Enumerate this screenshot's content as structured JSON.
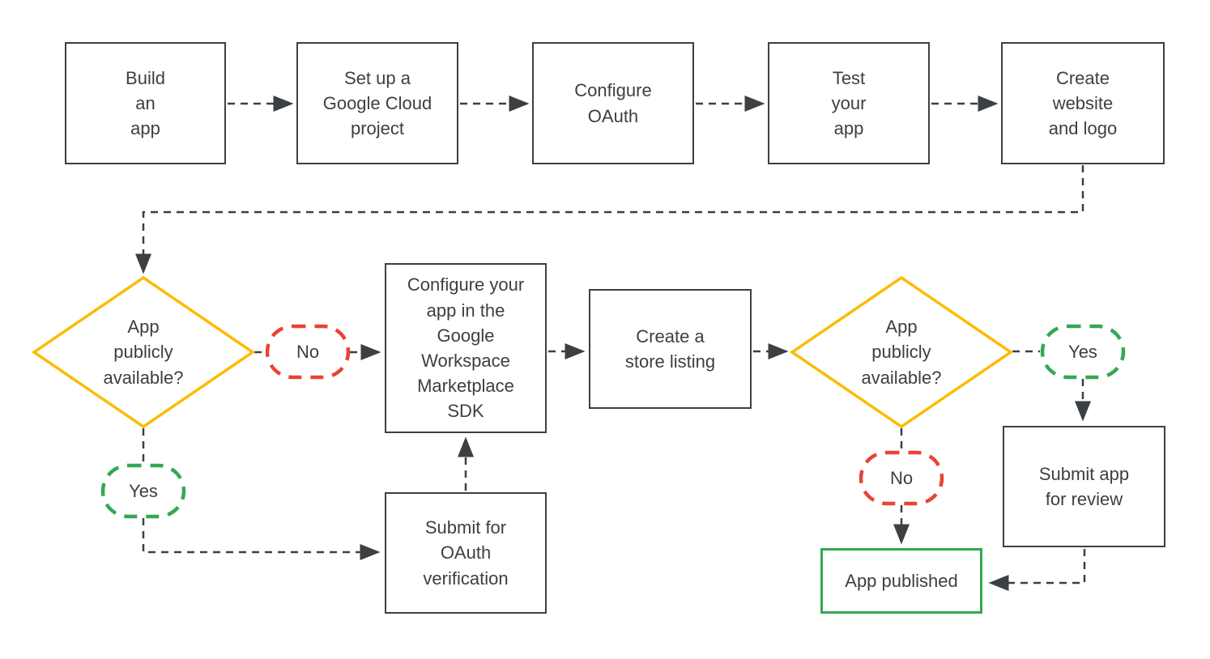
{
  "colors": {
    "outline": "#3c4043",
    "text": "#3c4043",
    "decision": "#fbbc04",
    "yes": "#34a853",
    "no": "#ea4335",
    "published": "#34a853",
    "background": "#ffffff"
  },
  "nodes": {
    "build_app": {
      "label": "Build\nan\napp"
    },
    "setup_project": {
      "label": "Set up a\nGoogle Cloud\nproject"
    },
    "configure_oauth": {
      "label": "Configure\nOAuth"
    },
    "test_app": {
      "label": "Test\nyour\napp"
    },
    "create_website": {
      "label": "Create\nwebsite\nand logo"
    },
    "decision_public_1": {
      "label": "App\npublicly\navailable?"
    },
    "no_1": {
      "label": "No"
    },
    "configure_sdk": {
      "label": "Configure your\napp in the\nGoogle\nWorkspace\nMarketplace\nSDK"
    },
    "store_listing": {
      "label": "Create a\nstore listing"
    },
    "decision_public_2": {
      "label": "App\npublicly\navailable?"
    },
    "yes_2": {
      "label": "Yes"
    },
    "yes_1": {
      "label": "Yes"
    },
    "no_2": {
      "label": "No"
    },
    "submit_oauth": {
      "label": "Submit for\nOAuth\nverification"
    },
    "submit_review": {
      "label": "Submit app\nfor review"
    },
    "app_published": {
      "label": "App published"
    }
  }
}
